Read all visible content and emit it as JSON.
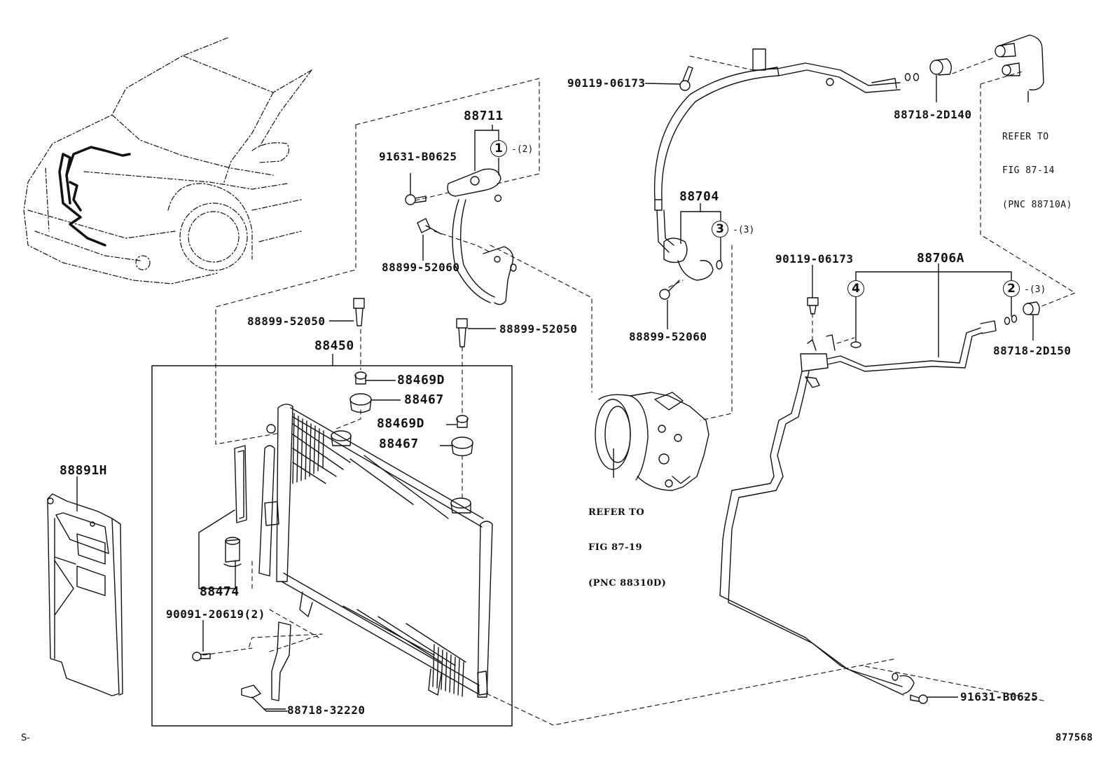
{
  "diagram": {
    "title": "Air conditioner condenser & piping parts diagram",
    "illustration_number": "877568",
    "corner_mark": "S-"
  },
  "parts": {
    "p88711": "88711",
    "p91631_top": "91631-B0625",
    "p88899_52060_left": "88899-52060",
    "p90119_top": "90119-06173",
    "p88718_2D140": "88718-2D140",
    "p88704": "88704",
    "p88899_52060_right": "88899-52060",
    "p90119_mid": "90119-06173",
    "p88706A": "88706A",
    "p88718_2D150": "88718-2D150",
    "p88899_52050_left": "88899-52050",
    "p88899_52050_right": "88899-52050",
    "p88450": "88450",
    "p88469D_a": "88469D",
    "p88467_a": "88467",
    "p88469D_b": "88469D",
    "p88467_b": "88467",
    "p88891H": "88891H",
    "p88474": "88474",
    "p90091": "90091-20619(2)",
    "p88718_32220": "88718-32220",
    "p91631_bottom": "91631-B0625"
  },
  "callouts": [
    {
      "number": "1",
      "qty": "-(2)"
    },
    {
      "number": "2",
      "qty": "-(3)"
    },
    {
      "number": "3",
      "qty": "-(3)"
    },
    {
      "number": "4",
      "qty": ""
    }
  ],
  "references": {
    "top_right": {
      "line1": "REFER TO",
      "line2": "FIG 87-14",
      "line3": "(PNC 88710A)"
    },
    "compressor": {
      "line1": "REFER TO",
      "line2": "FIG 87-19",
      "line3": "(PNC 88310D)"
    }
  }
}
